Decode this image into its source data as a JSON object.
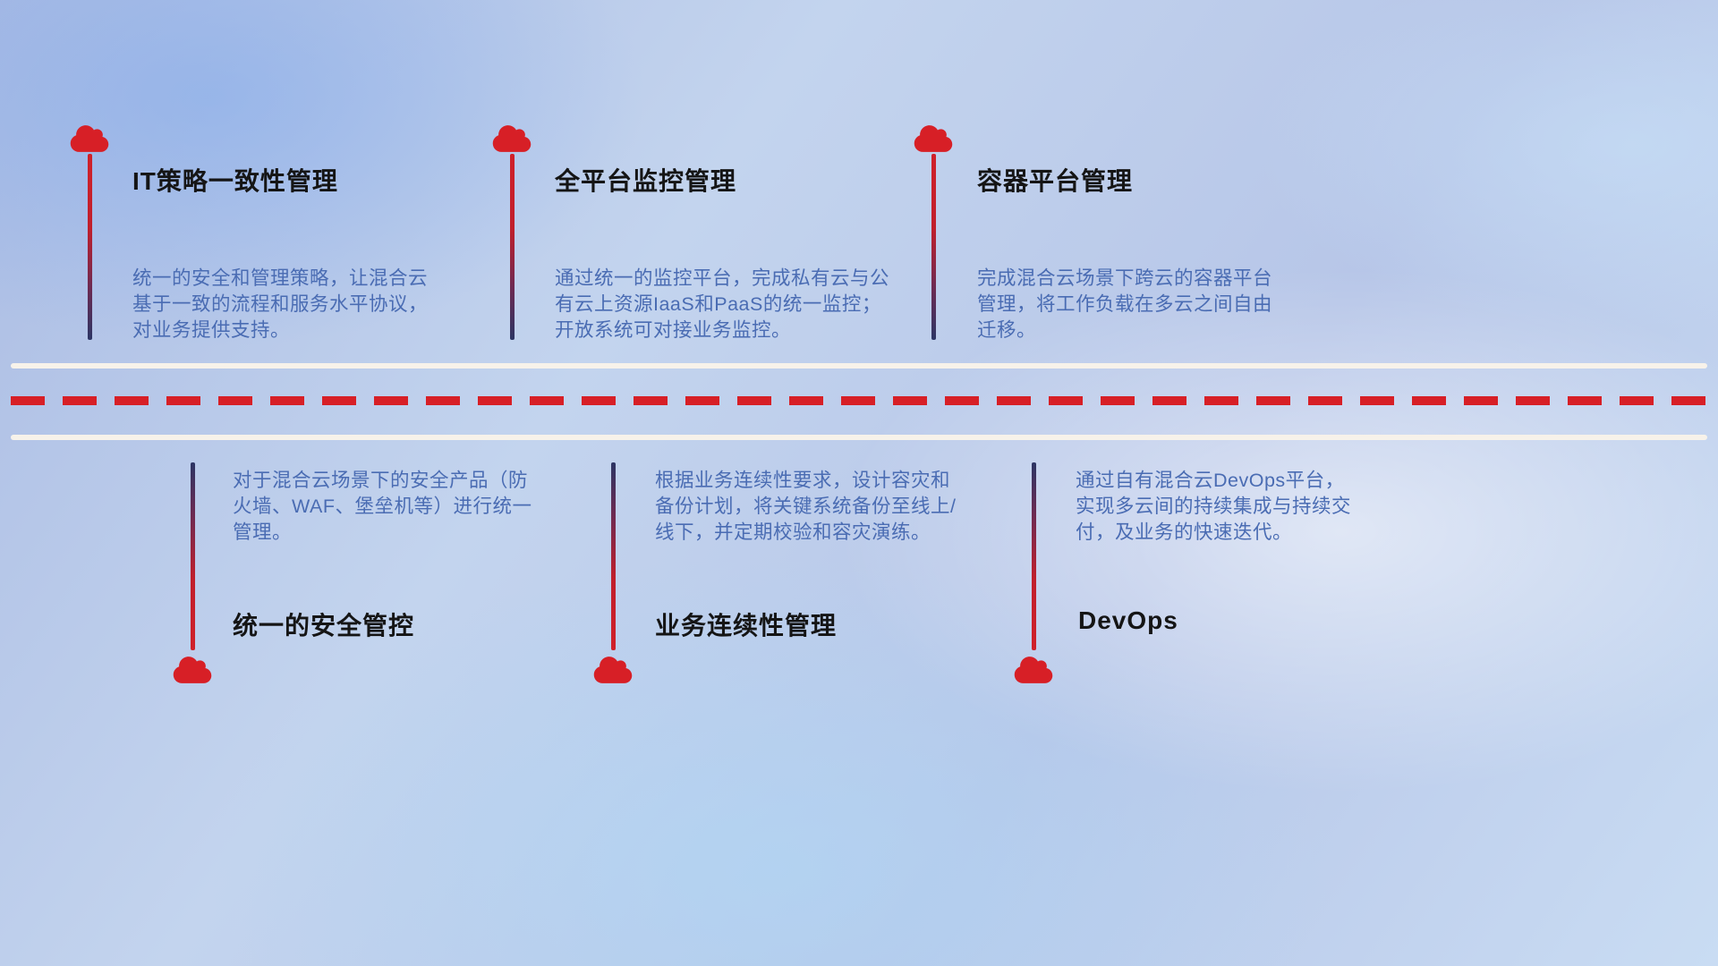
{
  "colors": {
    "accent_red": "#d71f26",
    "divider_white": "#f7f2ea",
    "title_text": "#151515",
    "description_text": "#4a6cb3",
    "line_navy": "#2c3564"
  },
  "top_items": [
    {
      "title": "IT策略一致性管理",
      "description": "统一的安全和管理策略，让混合云基于一致的流程和服务水平协议，对业务提供支持。"
    },
    {
      "title": "全平台监控管理",
      "description": "通过统一的监控平台，完成私有云与公有云上资源IaaS和PaaS的统一监控；开放系统可对接业务监控。"
    },
    {
      "title": "容器平台管理",
      "description": "完成混合云场景下跨云的容器平台管理，将工作负载在多云之间自由迁移。"
    }
  ],
  "bottom_items": [
    {
      "title": "统一的安全管控",
      "description": "对于混合云场景下的安全产品（防火墙、WAF、堡垒机等）进行统一管理。"
    },
    {
      "title": "业务连续性管理",
      "description": "根据业务连续性要求，设计容灾和备份计划，将关键系统备份至线上/线下，并定期校验和容灾演练。"
    },
    {
      "title": "DevOps",
      "description": "通过自有混合云DevOps平台，实现多云间的持续集成与持续交付，及业务的快速迭代。"
    }
  ]
}
